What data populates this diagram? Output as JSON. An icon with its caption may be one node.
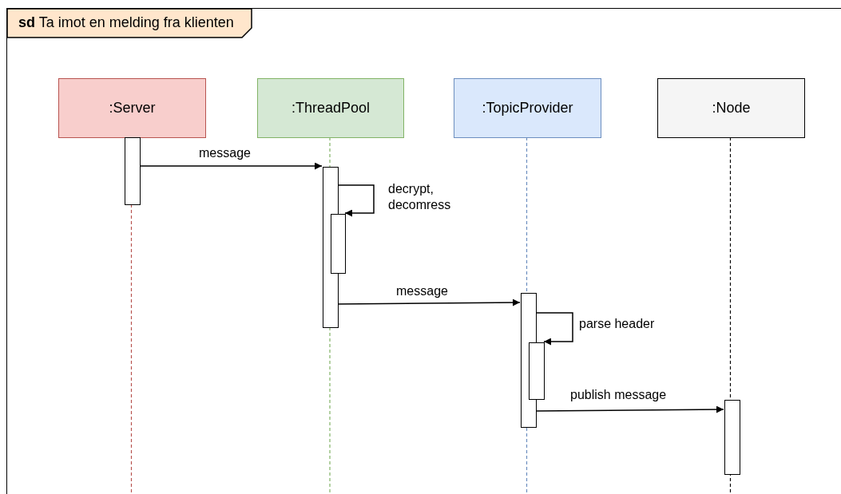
{
  "diagram": {
    "nodes": [
      {
        "text": [
          "**sd** Ta imot en melding fra klienten"
        ]
      },
      {
        "text": [
          ":Server"
        ],
        "in": 0
      },
      {
        "text": [
          ":ThreadPool"
        ],
        "in": 0
      },
      {
        "text": [
          ":TopicProvider"
        ],
        "in": 0
      },
      {
        "text": [
          ":Node"
        ],
        "in": 0
      },
      {
        "text": [],
        "shape": "bar",
        "in": 0
      },
      {
        "text": [],
        "shape": "bar",
        "in": 0
      },
      {
        "text": [],
        "shape": "bar",
        "in": 0
      },
      {
        "text": [],
        "shape": "bar",
        "in": 0
      },
      {
        "text": [],
        "shape": "bar",
        "in": 0
      },
      {
        "text": [],
        "shape": "bar",
        "in": 0
      }
    ],
    "edges": [
      {
        "from": 5,
        "to": 6,
        "arrow": "to",
        "label": "message"
      },
      {
        "from": 6,
        "to": 7,
        "arrow": "to",
        "label": "decrypt, decomress"
      },
      {
        "from": 6,
        "to": 8,
        "arrow": "to",
        "label": "message"
      },
      {
        "from": 8,
        "to": 9,
        "arrow": "to",
        "label": "parse header"
      },
      {
        "from": 8,
        "to": 10,
        "arrow": "to",
        "label": "publish message"
      }
    ]
  }
}
